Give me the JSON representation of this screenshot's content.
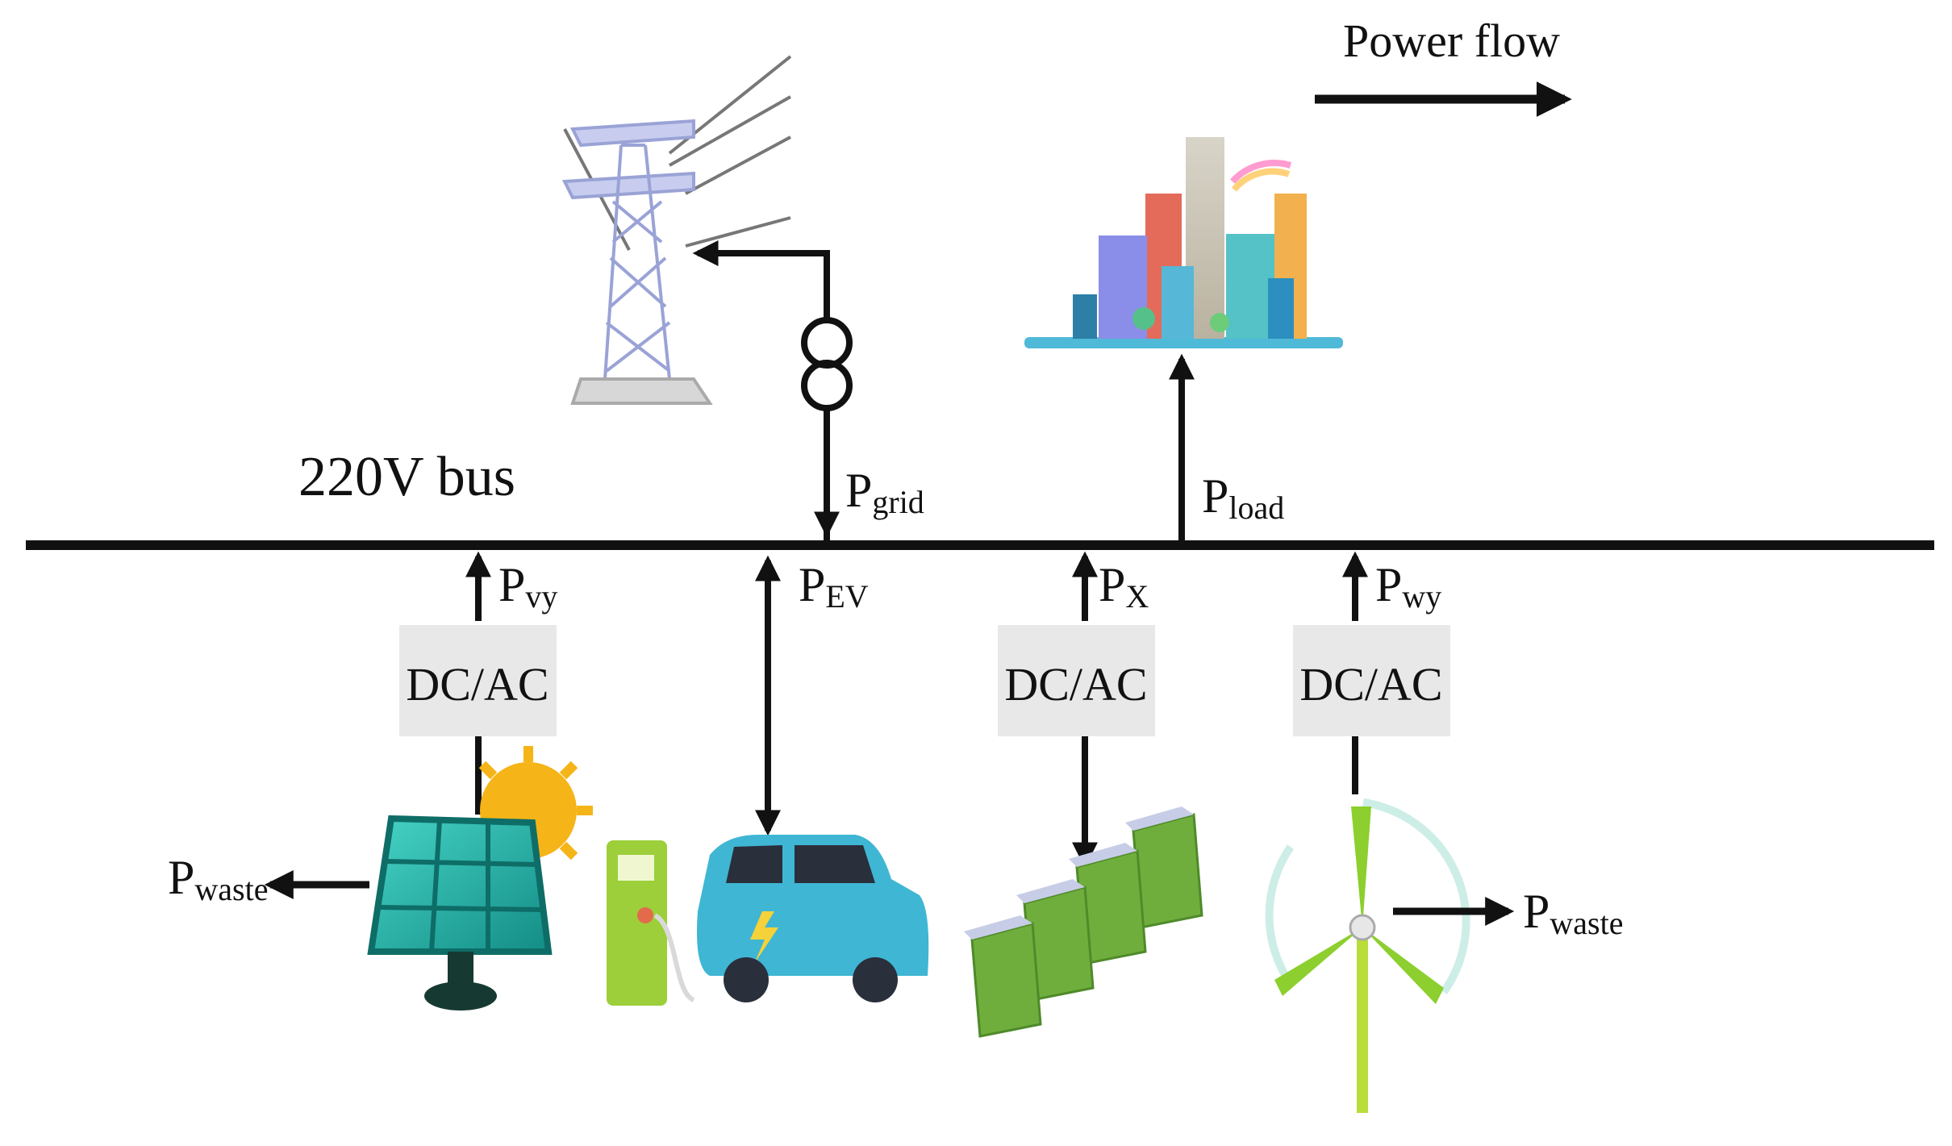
{
  "legend": {
    "label": "Power flow"
  },
  "bus": {
    "label": "220V bus"
  },
  "flows": {
    "grid": {
      "main": "P",
      "sub": "grid"
    },
    "load": {
      "main": "P",
      "sub": "load"
    },
    "pv": {
      "main": "P",
      "sub": "vy"
    },
    "ev": {
      "main": "P",
      "sub": "EV"
    },
    "x": {
      "main": "P",
      "sub": "X"
    },
    "wind": {
      "main": "P",
      "sub": "wy"
    },
    "waste_pv": {
      "main": "P",
      "sub": "waste"
    },
    "waste_wind": {
      "main": "P",
      "sub": "waste"
    }
  },
  "converters": {
    "pv": "DC/AC",
    "battery": "DC/AC",
    "wind": "DC/AC"
  },
  "icons": {
    "tower": "transmission-tower-icon",
    "transformer": "transformer-icon",
    "city": "city-load-icon",
    "solar": "solar-panel-icon",
    "sun": "sun-icon",
    "charger": "ev-charger-icon",
    "car": "electric-car-icon",
    "battery": "battery-bank-icon",
    "wind": "wind-turbine-icon"
  },
  "colors": {
    "line": "#111111",
    "converter_box": "#e8e8e8",
    "solar": "#1fa39a",
    "sun": "#f5b417",
    "car": "#3fb6d3",
    "charger": "#9ccf3a",
    "battery": "#6fae3c",
    "wind": "#8ccf2e"
  }
}
